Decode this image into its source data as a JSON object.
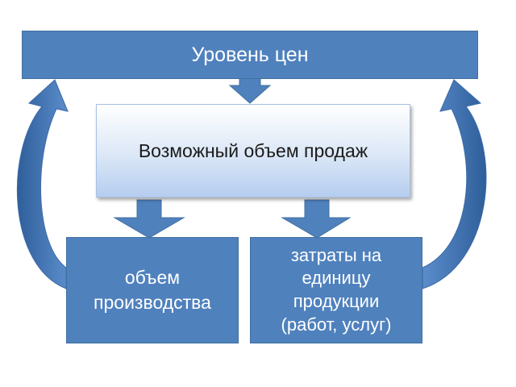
{
  "diagram": {
    "top_box": {
      "label": "Уровень цен"
    },
    "middle_box": {
      "label": "Возможный объем продаж"
    },
    "left_box": {
      "lines": [
        "объем",
        "производства"
      ]
    },
    "right_box": {
      "lines": [
        "затраты на",
        "единицу",
        "продукции",
        "(работ, услуг)"
      ]
    }
  },
  "colors": {
    "box_fill": "#4f81bd",
    "box_border": "#41709f",
    "middle_gradient": [
      "#ffffff",
      "#b5cdef"
    ],
    "text_light": "#ffffff",
    "text_dark": "#1a1a1a"
  },
  "icons": [
    "down-arrow-icon",
    "curved-arrow-icon"
  ]
}
